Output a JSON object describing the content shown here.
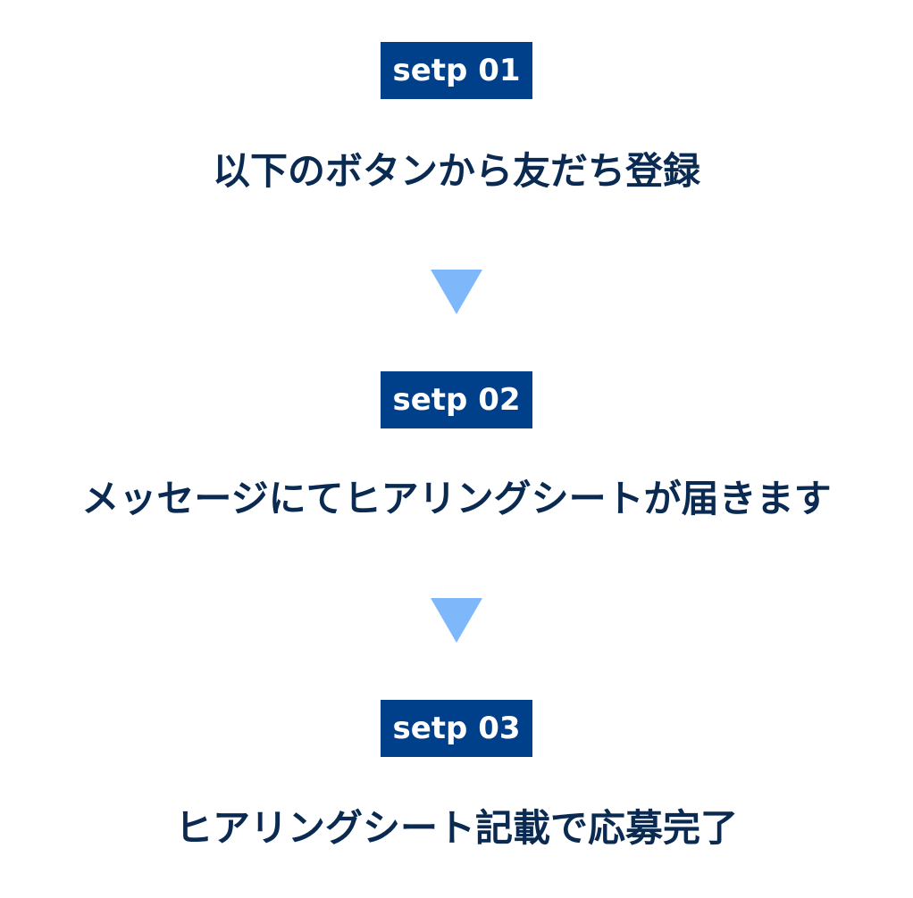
{
  "steps": [
    {
      "badge": "setp 01",
      "text": "以下のボタンから友だち登録"
    },
    {
      "badge": "setp 02",
      "text": "メッセージにてヒアリングシートが届きます"
    },
    {
      "badge": "setp 03",
      "text": "ヒアリングシート記載で応募完了"
    }
  ],
  "colors": {
    "badge_bg": "#003f8a",
    "badge_text": "#ffffff",
    "step_text": "#0b2a52",
    "arrow": "#7fb7fb"
  },
  "icons": {
    "arrow": "down-triangle-icon"
  }
}
